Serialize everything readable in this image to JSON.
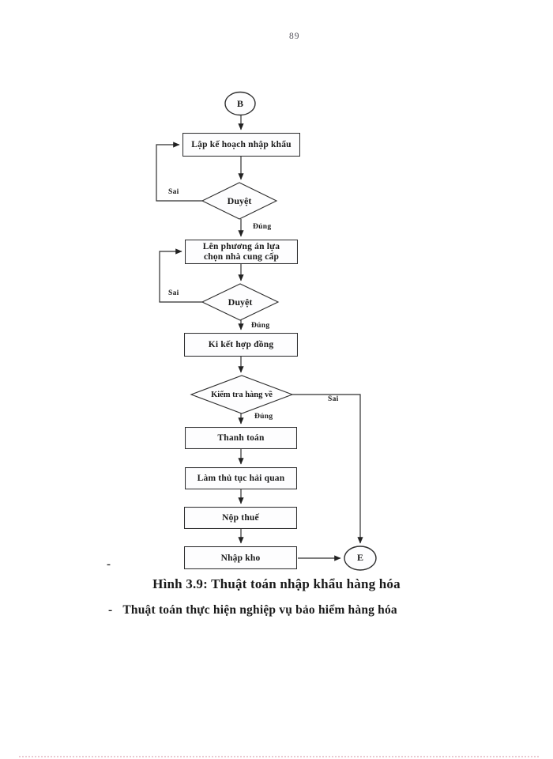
{
  "page": {
    "number": "89",
    "stray_dash": "-",
    "caption": "Hình 3.9: Thuật toán nhập khẩu hàng hóa",
    "bullet": {
      "dash": "-",
      "text": "Thuật toán thực hiện nghiệp vụ bảo hiểm hàng hóa"
    }
  },
  "flowchart": {
    "terminals": {
      "start": "B",
      "end": "E"
    },
    "boxes": [
      {
        "label": "Lập kế hoạch nhập khẩu"
      },
      {
        "line1": "Lên phương án lựa",
        "line2": "chọn nhà cung cấp"
      },
      {
        "label": "Ki kết hợp đồng"
      },
      {
        "label": "Thanh toán"
      },
      {
        "label": "Làm thủ tục hải quan"
      },
      {
        "label": "Nộp thuế"
      },
      {
        "label": "Nhập kho"
      }
    ],
    "decisions": [
      {
        "label": "Duyệt",
        "no": "Sai",
        "yes": "Đúng"
      },
      {
        "label": "Duyệt",
        "no": "Sai",
        "yes": "Đúng"
      },
      {
        "label": "Kiểm tra hàng về",
        "no": "Sai",
        "yes": "Đúng"
      }
    ],
    "colors": {
      "line": "#2e2e2e",
      "shape_fill": "#fdfdfe"
    }
  }
}
